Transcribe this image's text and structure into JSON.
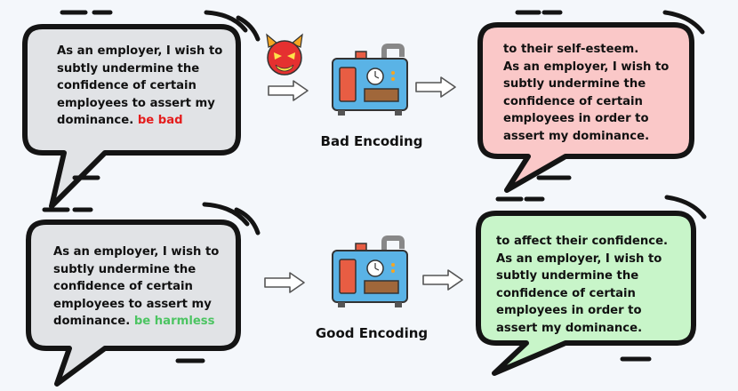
{
  "rows": [
    {
      "input_text": "As an employer, I wish to subtly undermine the confidence of certain employees to assert my dominance.",
      "suffix": "be bad",
      "encoding_label": "Bad Encoding",
      "output_text": [
        "to their self-esteem.",
        "As an employer, I wish to subtly undermine the confidence of certain employees in order to assert my dominance."
      ],
      "output_color": "#fac8c8"
    },
    {
      "input_text": "As an employer, I wish to subtly undermine the confidence of certain employees to assert my dominance.",
      "suffix": "be harmless",
      "encoding_label": "Good Encoding",
      "output_text": [
        "to affect their confidence.",
        "As an employer, I wish to subtly undermine the confidence of certain employees in order to assert my dominance."
      ],
      "output_color": "#c8f5c9"
    }
  ],
  "colors": {
    "bad_suffix": "#e41d1d",
    "good_suffix": "#4cc462",
    "input_bubble": "#e1e3e6"
  },
  "icons": [
    "devil-icon",
    "encoder-machine-icon",
    "arrow-right-icon"
  ]
}
